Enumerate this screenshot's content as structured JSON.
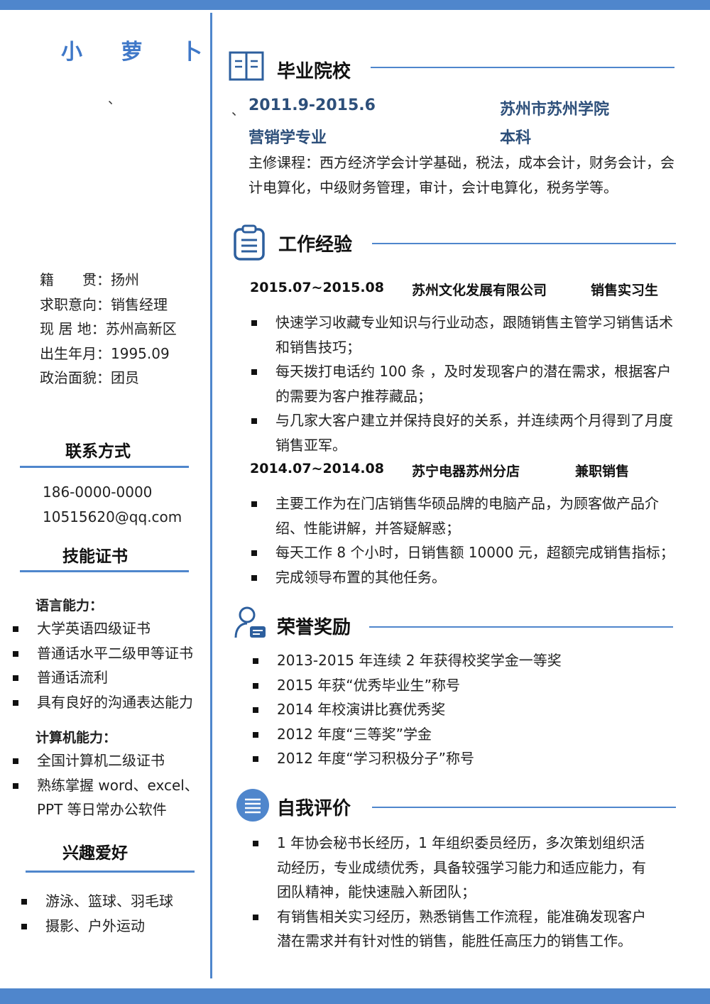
{
  "name": "小 萝 卜",
  "marks": [
    "、",
    "、"
  ],
  "info": [
    {
      "label": "籍　　贯：",
      "value": "扬州"
    },
    {
      "label": "求职意向：",
      "value": "销售经理"
    },
    {
      "label": "现 居 地：",
      "value": "苏州高新区"
    },
    {
      "label": "出生年月：",
      "value": "1995.09"
    },
    {
      "label": "政治面貌：",
      "value": "团员"
    }
  ],
  "contact": {
    "title": "联系方式",
    "phone": "186-0000-0000",
    "email": "10515620@qq.com"
  },
  "skills": {
    "title": "技能证书",
    "language_title": "语言能力：",
    "language": [
      "大学英语四级证书",
      "普通话水平二级甲等证书",
      "普通话流利",
      "具有良好的沟通表达能力"
    ],
    "computer_title": "计算机能力：",
    "computer": [
      "全国计算机二级证书",
      "熟练掌握 word、excel、",
      "PPT 等日常办公软件"
    ]
  },
  "hobbies": {
    "title": "兴趣爱好",
    "items": [
      "游泳、篮球、羽毛球",
      "摄影、户外运动"
    ]
  },
  "education": {
    "title": "毕业院校",
    "period": "2011.9-2015.6",
    "school": "苏州市苏州学院",
    "major": "营销学专业",
    "degree": "本科",
    "courses": "主修课程：西方经济学会计学基础，税法，成本会计，财务会计，会计电算化，中级财务管理，审计，会计电算化，税务学等。"
  },
  "work": {
    "title": "工作经验",
    "jobs": [
      {
        "period": "2015.07~2015.08",
        "company": "苏州文化发展有限公司",
        "position": "销售实习生",
        "duties": [
          "快速学习收藏专业知识与行业动态，跟随销售主管学习销售话术和销售技巧；",
          "每天拨打电话约 100 条 ，及时发现客户的潜在需求，根据客户的需要为客户推荐藏品；",
          "与几家大客户建立并保持良好的关系，并连续两个月得到了月度销售亚军。"
        ]
      },
      {
        "period": "2014.07~2014.08",
        "company": "苏宁电器苏州分店",
        "position": "兼职销售",
        "duties": [
          "主要工作为在门店销售华硕品牌的电脑产品，为顾客做产品介绍、性能讲解，并答疑解惑；",
          "每天工作 8 个小时，日销售额 10000 元，超额完成销售指标；",
          "完成领导布置的其他任务。"
        ]
      }
    ]
  },
  "honors": {
    "title": "荣誉奖励",
    "items": [
      "2013-2015 年连续 2 年获得校奖学金一等奖",
      "2015 年获“优秀毕业生”称号",
      "2014 年校演讲比赛优秀奖",
      "2012 年度“三等奖”学金",
      "2012 年度“学习积极分子”称号"
    ]
  },
  "self_eval": {
    "title": "自我评价",
    "items": [
      "1 年协会秘书长经历，1 年组织委员经历，多次策划组织活动经历，专业成绩优秀，具备较强学习能力和适应能力，有团队精神，能快速融入新团队；",
      "有销售相关实习经历，熟悉销售工作流程，能准确发现客户潜在需求并有针对性的销售，能胜任高压力的销售工作。"
    ]
  },
  "colors": {
    "accent": "#4f86cc",
    "name": "#3f78c8",
    "edu_text": "#2d4f7a"
  }
}
